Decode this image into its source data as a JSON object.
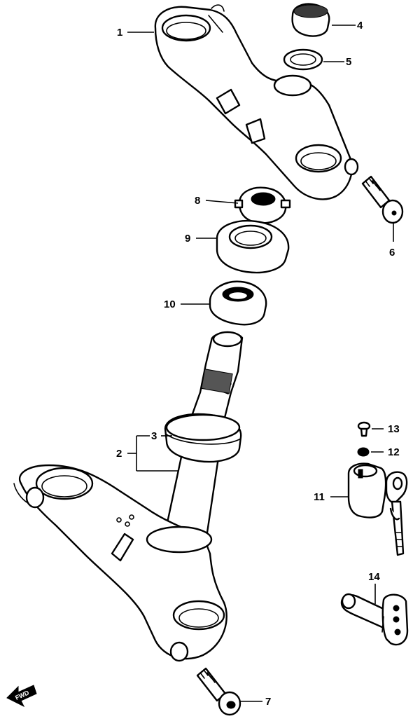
{
  "diagram": {
    "callouts": [
      {
        "id": "1",
        "text": "1"
      },
      {
        "id": "2",
        "text": "2"
      },
      {
        "id": "3",
        "text": "3"
      },
      {
        "id": "4",
        "text": "4"
      },
      {
        "id": "5",
        "text": "5"
      },
      {
        "id": "6",
        "text": "6"
      },
      {
        "id": "7",
        "text": "7"
      },
      {
        "id": "8",
        "text": "8"
      },
      {
        "id": "9",
        "text": "9"
      },
      {
        "id": "10",
        "text": "10"
      },
      {
        "id": "11",
        "text": "11"
      },
      {
        "id": "12",
        "text": "12"
      },
      {
        "id": "13",
        "text": "13"
      },
      {
        "id": "14",
        "text": "14"
      }
    ],
    "direction_marker": {
      "text": "FWD",
      "icon": "forward-arrow-icon"
    }
  }
}
